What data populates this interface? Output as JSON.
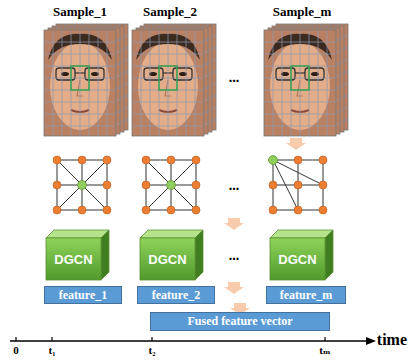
{
  "diagram": {
    "nodes": [
      {
        "text": [
          "DGCN"
        ]
      },
      {
        "text": [
          "DGCN"
        ]
      },
      {
        "text": [
          "DGCN"
        ]
      },
      {
        "text": [
          "feature_1"
        ]
      },
      {
        "text": [
          "feature_2"
        ]
      },
      {
        "text": [
          "feature_m"
        ]
      },
      {
        "text": [
          "Fused feature vector"
        ]
      }
    ],
    "labels": [
      "Sample_1",
      "Sample_2",
      "Sample_m",
      "...",
      "...",
      "...",
      "0",
      "t₁",
      "t₂",
      "tₘ",
      "time"
    ]
  }
}
